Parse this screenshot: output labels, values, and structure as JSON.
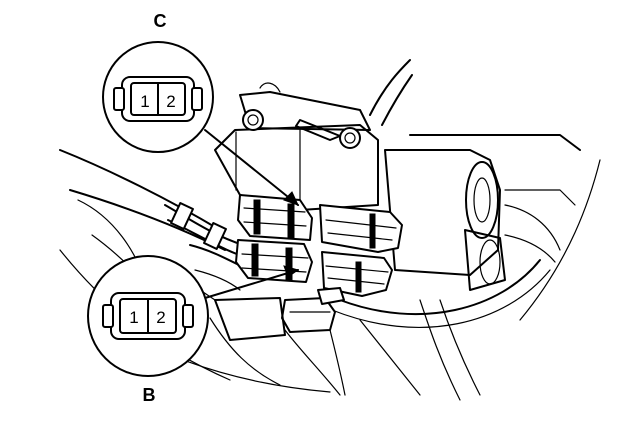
{
  "callouts": {
    "top": {
      "label": "C",
      "pins": [
        "1",
        "2"
      ]
    },
    "bottom": {
      "label": "B",
      "pins": [
        "1",
        "2"
      ]
    }
  },
  "colors": {
    "ink": "#000000",
    "paper": "#ffffff"
  }
}
